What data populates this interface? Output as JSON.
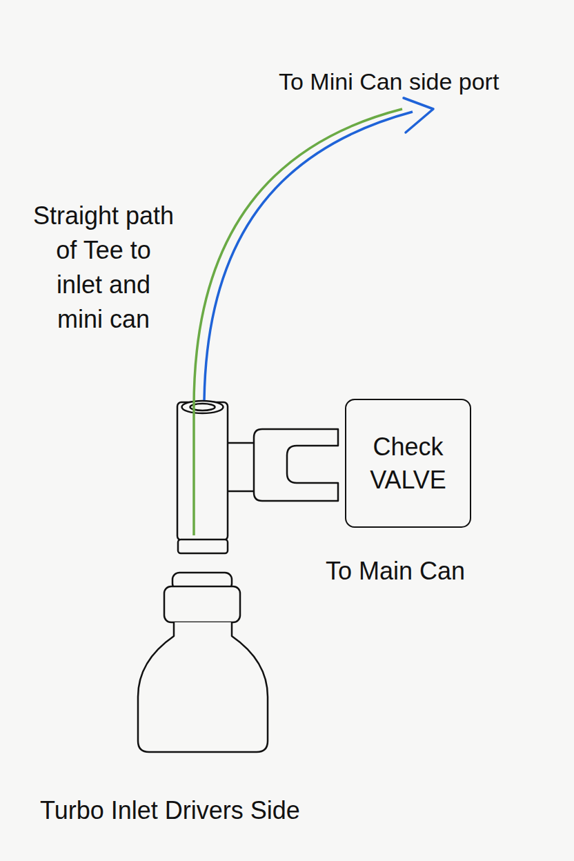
{
  "diagram": {
    "nodes": [
      {
        "text": [
          "Check VALVE"
        ]
      }
    ],
    "labels": [
      "To Mini Can side port",
      "Straight path of Tee to inlet and mini can",
      "To Main Can",
      "Turbo Inlet Drivers Side"
    ]
  }
}
